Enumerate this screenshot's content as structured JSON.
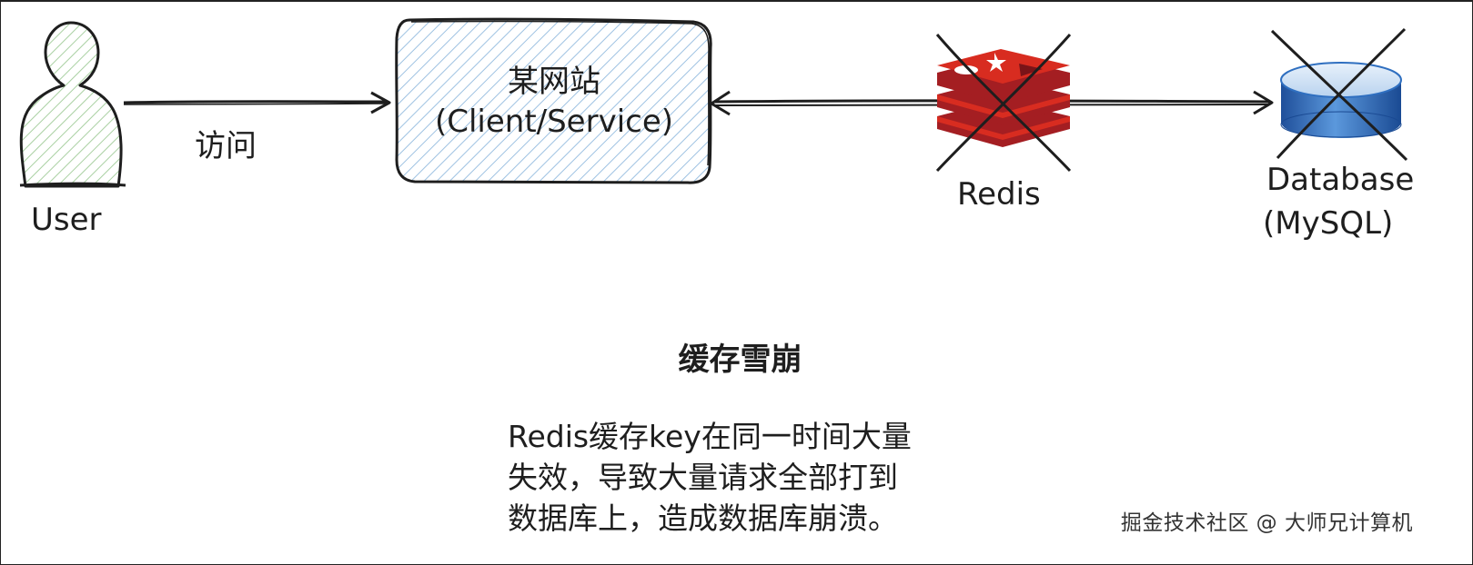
{
  "diagram": {
    "user": {
      "label": "User"
    },
    "edge_user_site": {
      "label": "访问"
    },
    "website": {
      "title": "某网站",
      "subtitle": "(Client/Service)"
    },
    "redis": {
      "label": "Redis",
      "status": "crossed-out"
    },
    "database": {
      "label_line1": "Database",
      "label_line2": "(MySQL)",
      "status": "crossed-out"
    }
  },
  "heading": "缓存雪崩",
  "description": {
    "lines": [
      "Redis缓存key在同一时间大量",
      "失效，导致大量请求全部打到",
      "数据库上，造成数据库崩溃。"
    ]
  },
  "watermark": "掘金技术社区 @ 大师兄计算机",
  "colors": {
    "stroke": "#1e1e1e",
    "user_hatch": "#b9d9b3",
    "site_hatch": "#a9c8e4",
    "redis_red": "#c9302c",
    "db_blue": "#2f6fc0"
  }
}
